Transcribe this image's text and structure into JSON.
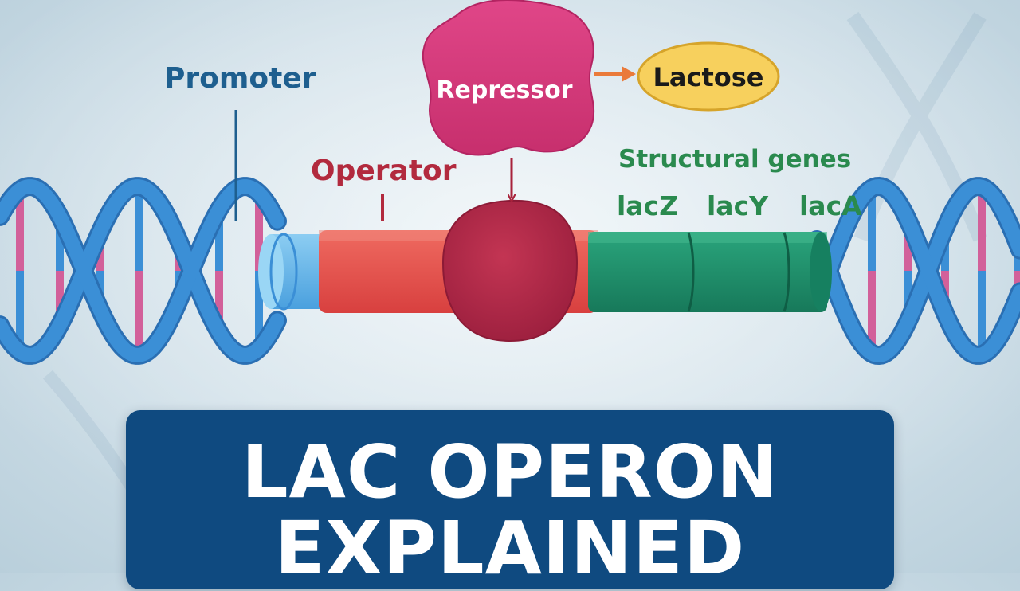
{
  "labels": {
    "promoter": "Promoter",
    "operator": "Operator",
    "repressor": "Repressor",
    "lactose": "Lactose",
    "structural_genes": "Structural genes",
    "genes": [
      "lacZ",
      "lacY",
      "lacA"
    ]
  },
  "title": {
    "line1": "LAC OPERON",
    "line2": "EXPLAINED"
  },
  "colors": {
    "helix_blue": "#3b8fd6",
    "rung_pink": "#d2609a",
    "promoter_text": "#1e5f8f",
    "operator_red": "#e9524e",
    "operator_text": "#b22a3e",
    "repressor_magenta": "#d63a7c",
    "bound_repressor": "#b02a48",
    "lactose_yellow": "#f7d05d",
    "arrow_orange": "#ea7a3a",
    "gene_green": "#1f8f6a",
    "gene_text": "#2a8a4e",
    "title_bg": "#0f4a80"
  }
}
